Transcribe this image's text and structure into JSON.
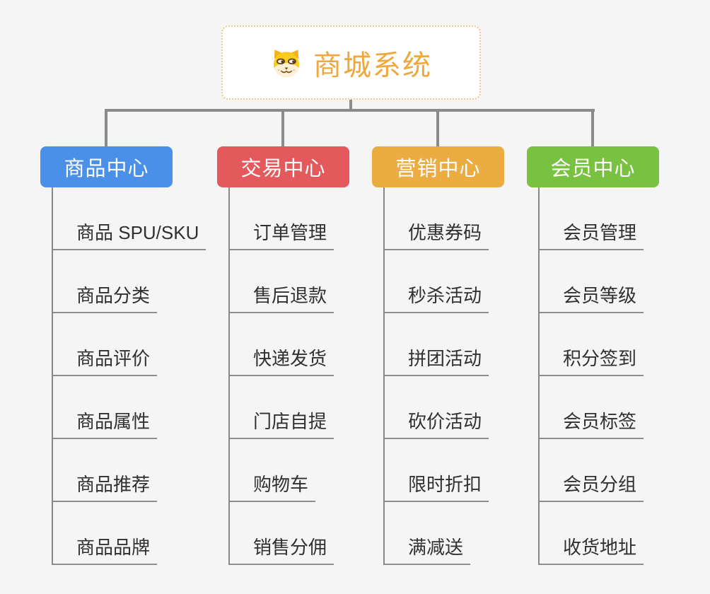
{
  "canvas": {
    "background": "#F5F5F5",
    "connector_color": "#8B8B8B"
  },
  "root": {
    "title": "商城系统",
    "title_color": "#F0A73B",
    "icon": "dog-face-icon"
  },
  "branches": [
    {
      "label": "商品中心",
      "color": "#4B90E8",
      "items": [
        "商品 SPU/SKU",
        "商品分类",
        "商品评价",
        "商品属性",
        "商品推荐",
        "商品品牌"
      ]
    },
    {
      "label": "交易中心",
      "color": "#E4595B",
      "items": [
        "订单管理",
        "售后退款",
        "快递发货",
        "门店自提",
        "购物车",
        "销售分佣"
      ]
    },
    {
      "label": "营销中心",
      "color": "#EBAC42",
      "items": [
        "优惠券码",
        "秒杀活动",
        "拼团活动",
        "砍价活动",
        "限时折扣",
        "满减送"
      ]
    },
    {
      "label": "会员中心",
      "color": "#79C141",
      "items": [
        "会员管理",
        "会员等级",
        "积分签到",
        "会员标签",
        "会员分组",
        "收货地址"
      ]
    }
  ]
}
